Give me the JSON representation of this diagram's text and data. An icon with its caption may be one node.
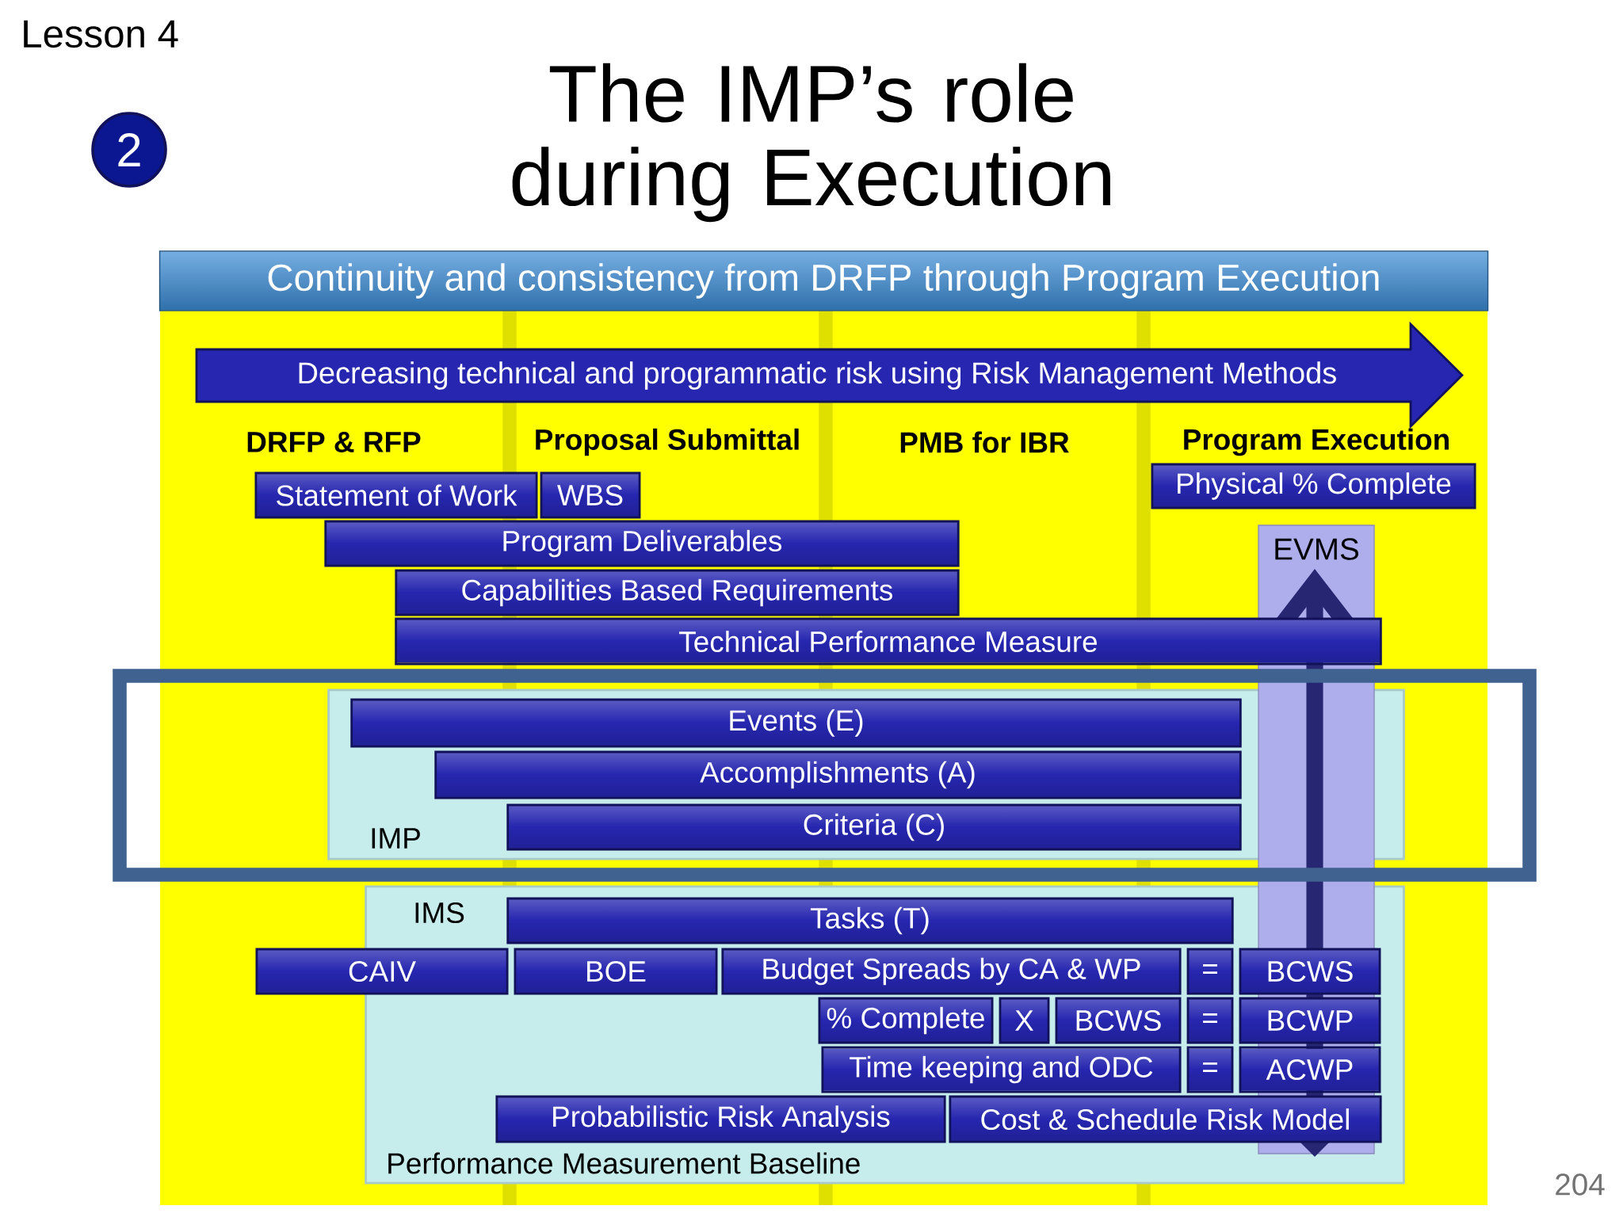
{
  "diagram": {
    "title": "The IMP’s role during Execution",
    "nodes": [
      {
        "text": [
          "2"
        ]
      },
      {
        "text": [
          "Continuity and consistency from DRFP through Program Execution"
        ]
      },
      {
        "text": [
          "Decreasing technical and programmatic risk using Risk Management Methods"
        ]
      },
      {
        "text": [
          "Statement of Work"
        ]
      },
      {
        "text": [
          "WBS"
        ]
      },
      {
        "text": [
          "Physical % Complete"
        ]
      },
      {
        "text": [
          "Program Deliverables"
        ]
      },
      {
        "text": [
          "EVMS"
        ]
      },
      {
        "text": [
          "Capabilities Based Requirements"
        ]
      },
      {
        "text": [
          "Technical Performance Measure"
        ]
      },
      {
        "text": [
          "IMP"
        ]
      },
      {
        "text": [
          "Events (E)"
        ],
        "in": 10
      },
      {
        "text": [
          "Accomplishments (A)"
        ],
        "in": 10
      },
      {
        "text": [
          "Criteria (C)"
        ],
        "in": 10
      },
      {
        "text": [
          "IMS",
          "Performance Measurement Baseline"
        ]
      },
      {
        "text": [
          "Tasks (T)"
        ],
        "in": 14
      },
      {
        "text": [
          "CAIV"
        ]
      },
      {
        "text": [
          "BOE"
        ],
        "in": 14
      },
      {
        "text": [
          "Budget Spreads by CA & WP"
        ],
        "in": 14
      },
      {
        "text": [
          "="
        ],
        "in": 14
      },
      {
        "text": [
          "BCWS"
        ],
        "in": 14
      },
      {
        "text": [
          "% Complete"
        ],
        "in": 14
      },
      {
        "text": [
          "X"
        ],
        "in": 14
      },
      {
        "text": [
          "BCWS"
        ],
        "in": 14
      },
      {
        "text": [
          "="
        ],
        "in": 14
      },
      {
        "text": [
          "BCWP"
        ],
        "in": 14
      },
      {
        "text": [
          "Time keeping and ODC"
        ],
        "in": 14
      },
      {
        "text": [
          "="
        ],
        "in": 14
      },
      {
        "text": [
          "ACWP"
        ],
        "in": 14
      },
      {
        "text": [
          "Probabilistic Risk Analysis"
        ],
        "in": 14
      },
      {
        "text": [
          "Cost & Schedule Risk Model"
        ],
        "in": 14
      }
    ],
    "labels": [
      "Lesson 4",
      "DRFP & RFP",
      "Proposal Submittal",
      "PMB for IBR",
      "Program Execution",
      "204"
    ]
  }
}
